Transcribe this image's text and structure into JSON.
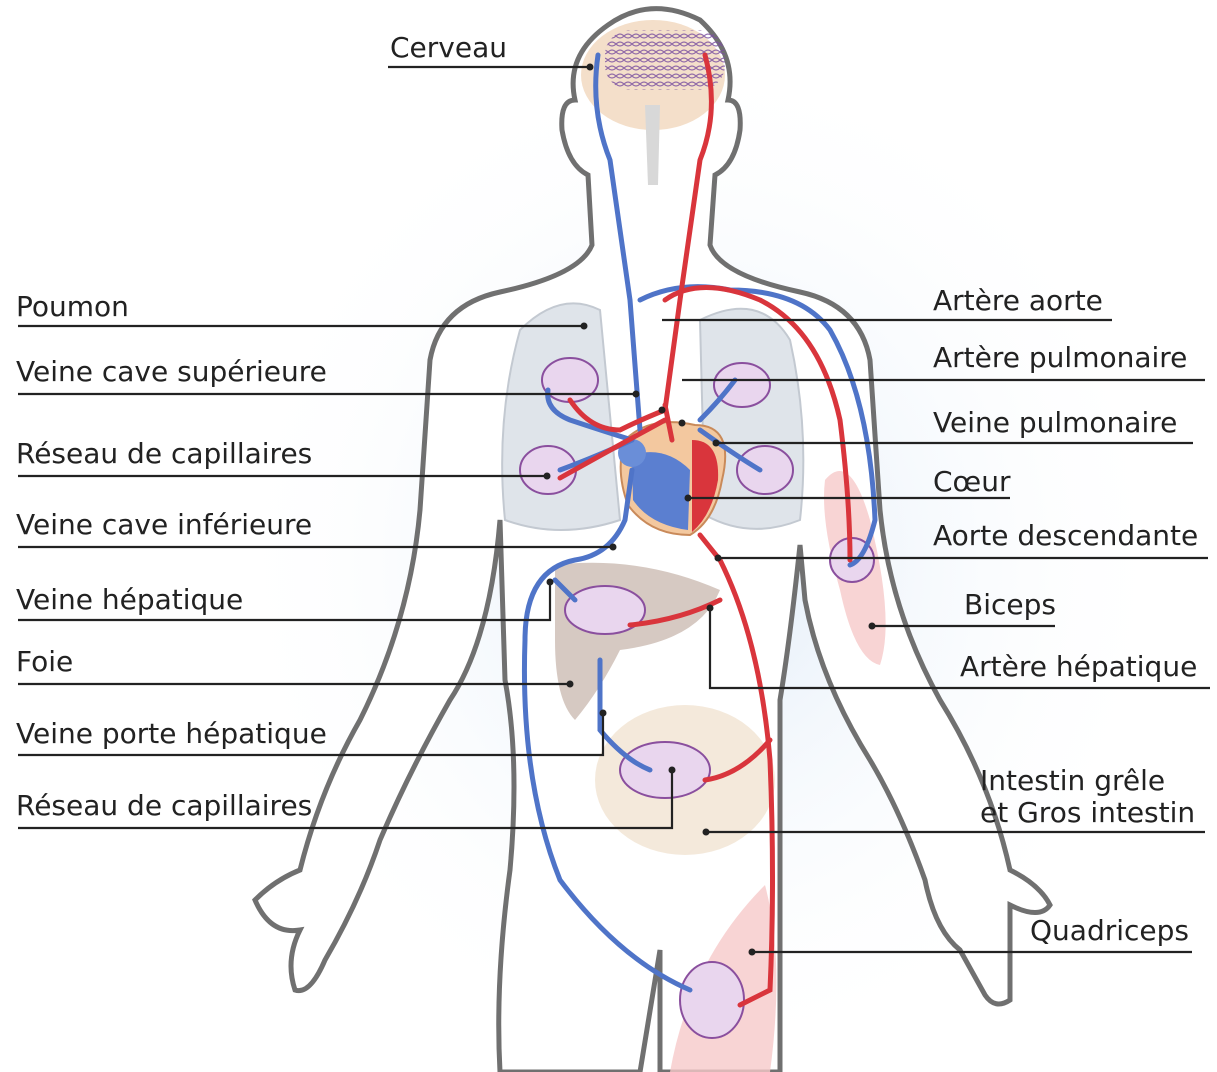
{
  "colors": {
    "artery": "#d9353c",
    "vein": "#4f74c8",
    "outline": "#6f6f6f",
    "leader": "#222222"
  },
  "labels": {
    "cerveau": "Cerveau",
    "poumon": "Poumon",
    "veine_cave_sup": "Veine cave supérieure",
    "reseau_capillaires_1": "Réseau de capillaires",
    "veine_cave_inf": "Veine cave inférieure",
    "veine_hepatique": "Veine hépatique",
    "foie": "Foie",
    "veine_porte": "Veine porte hépatique",
    "reseau_capillaires_2": "Réseau de capillaires",
    "artere_aorte": "Artère aorte",
    "artere_pulmonaire": "Artère pulmonaire",
    "veine_pulmonaire": "Veine pulmonaire",
    "coeur": "Cœur",
    "aorte_descendante": "Aorte descendante",
    "biceps": "Biceps",
    "artere_hepatique": "Artère hépatique",
    "intestin_line1": "Intestin grêle",
    "intestin_line2": "et Gros intestin",
    "quadriceps": "Quadriceps"
  }
}
